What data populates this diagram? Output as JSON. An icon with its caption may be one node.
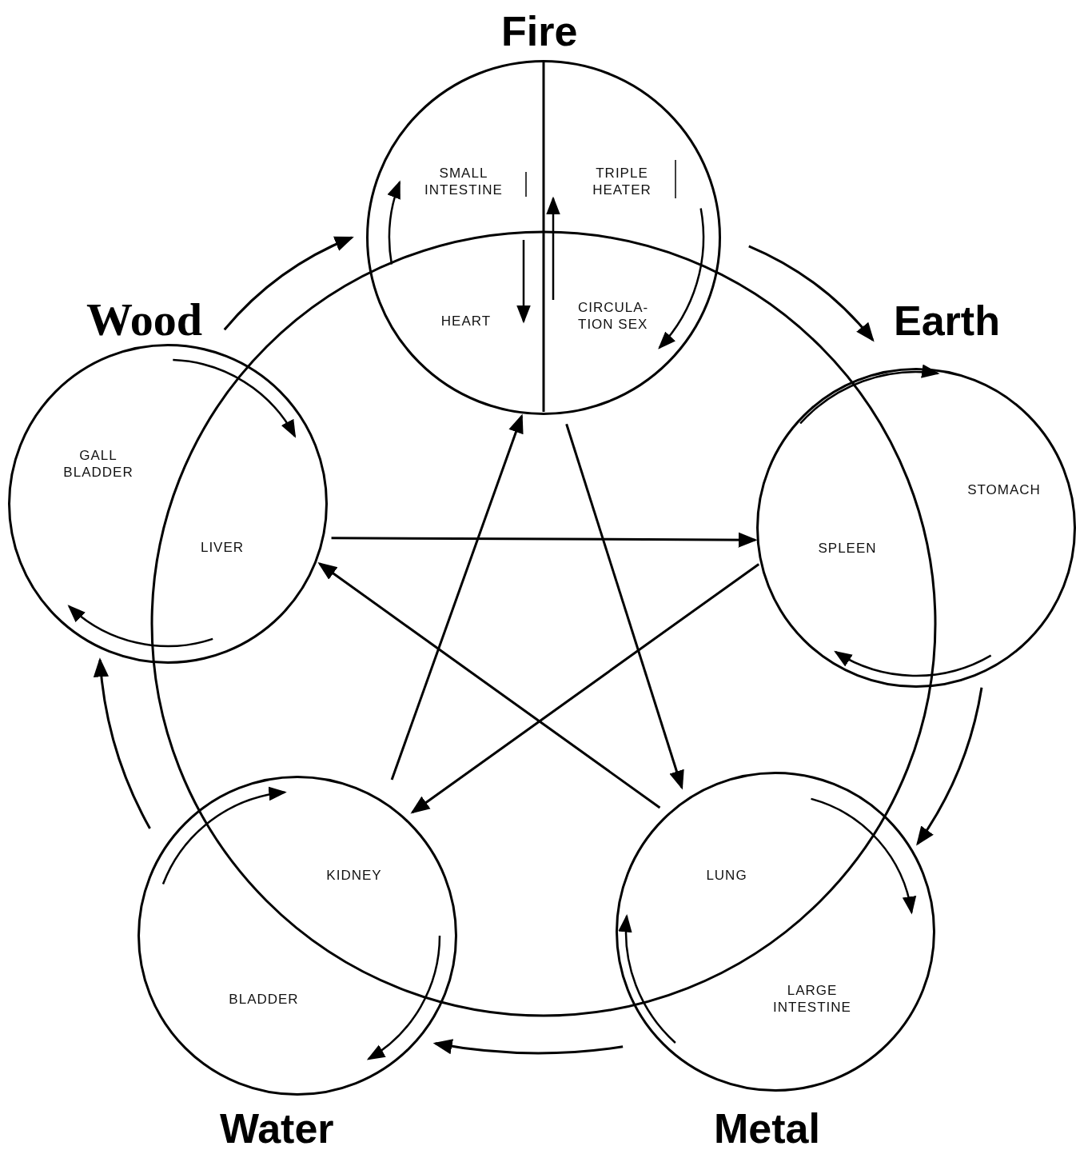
{
  "diagram": {
    "nodes": [
      {
        "text": [
          "Fire",
          "SMALL INTESTINE",
          "TRIPLE HEATER",
          "HEART",
          "CIRCULA- TION SEX"
        ]
      },
      {
        "text": [
          "Earth",
          "STOMACH",
          "SPLEEN"
        ]
      },
      {
        "text": [
          "LUNG",
          "LARGE INTESTINE",
          "Metal"
        ]
      },
      {
        "text": [
          "KIDNEY",
          "BLADDER",
          "Water"
        ]
      },
      {
        "text": [
          "Wood",
          "GALL BLADDER",
          "LIVER"
        ]
      }
    ],
    "edges": [
      {
        "from": 4,
        "to": 0,
        "arrow": "to"
      },
      {
        "from": 0,
        "to": 1,
        "arrow": "to"
      },
      {
        "from": 1,
        "to": 2,
        "arrow": "to"
      },
      {
        "from": 2,
        "to": 3,
        "arrow": "to"
      },
      {
        "from": 3,
        "to": 4,
        "arrow": "to"
      },
      {
        "from": 4,
        "to": 1,
        "arrow": "to"
      },
      {
        "from": 1,
        "to": 3,
        "arrow": "to"
      },
      {
        "from": 3,
        "to": 0,
        "arrow": "to"
      },
      {
        "from": 0,
        "to": 2,
        "arrow": "to"
      },
      {
        "from": 2,
        "to": 4,
        "arrow": "to"
      }
    ]
  }
}
